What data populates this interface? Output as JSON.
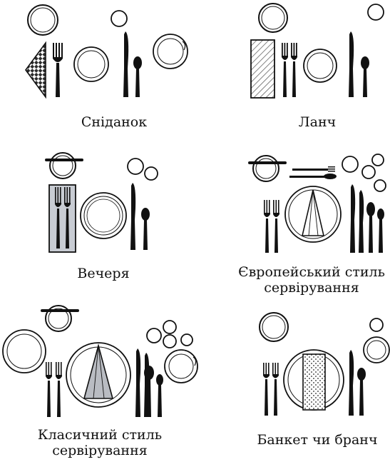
{
  "settings": [
    {
      "id": "breakfast",
      "caption": [
        "Сніданок"
      ]
    },
    {
      "id": "lunch",
      "caption": [
        "Ланч"
      ]
    },
    {
      "id": "dinner",
      "caption": [
        "Вечеря"
      ]
    },
    {
      "id": "european",
      "caption": [
        "Європейський стиль",
        "сервірування"
      ]
    },
    {
      "id": "classic",
      "caption": [
        "Класичний стиль",
        "сервірування"
      ]
    },
    {
      "id": "banquet",
      "caption": [
        "Банкет чи бранч"
      ]
    }
  ],
  "colors": {
    "ink": "#111111",
    "napkin_dark": "#2b2b2b",
    "napkin_light": "#f1f1f1",
    "napkin_shadow": "#b9bcc2",
    "napkin_grey": "#c8ccd3"
  },
  "icons": [
    "plate-icon",
    "glass-icon",
    "fork-icon",
    "knife-icon",
    "spoon-icon",
    "napkin-icon",
    "butter-knife-icon",
    "dessert-fork-icon"
  ]
}
